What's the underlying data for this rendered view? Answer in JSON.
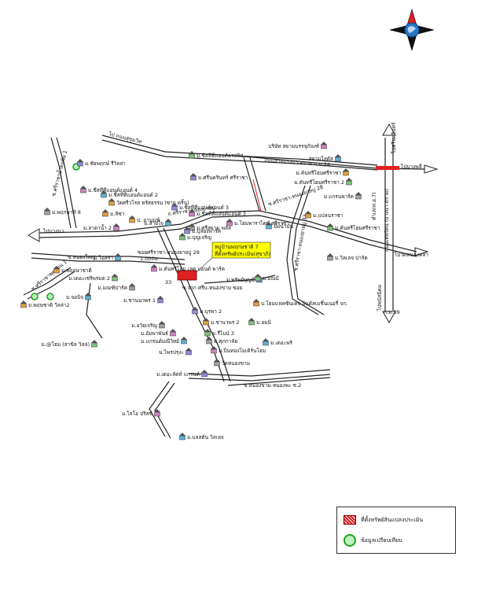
{
  "map": {
    "roads": [
      {
        "id": "r1",
        "label": "ไป ถนนสุขุมวิท"
      },
      {
        "id": "r2",
        "label": "ถนนสายบางนา-ตราด ก.ม.24"
      },
      {
        "id": "r3",
        "label": "ไปบางพลี"
      },
      {
        "id": "r4",
        "label": "ไปบางนา"
      },
      {
        "id": "r5",
        "label": "ไปศรีนครินทร์"
      },
      {
        "id": "r6",
        "label": "ไปวัดหนองคล้า"
      },
      {
        "id": "r7",
        "label": "ไปพนัสนิคม"
      },
      {
        "id": "r8",
        "label": "ถนนเทพรัตน (บางนา-ตราด)"
      },
      {
        "id": "r9",
        "label": "ก.ม.39"
      },
      {
        "id": "r10",
        "label": "ซ.ศรีราชา-หนองยายบู่ 28"
      },
      {
        "id": "r11",
        "label": "ซ.ศรีราชา-หนองยายบู่ 33"
      },
      {
        "id": "r12",
        "label": "ซ.หนองใหญ่"
      },
      {
        "id": "r13",
        "label": "ซ.ศรีราชาน้ำตกพิษ 1"
      },
      {
        "id": "r14",
        "label": "ซ.ศรีราชาพุดซ้อน 1"
      },
      {
        "id": "r15",
        "label": "ซ.หนองขาม-หนองพะ ซ.2"
      },
      {
        "id": "r16",
        "label": "ซ.จาก ศรีบ-หนองขาม ซอย"
      },
      {
        "id": "r17",
        "label": "ซอยศรีราชา-หนองยายบู่ 28"
      },
      {
        "id": "r18",
        "label": "1.000ม."
      },
      {
        "id": "r19",
        "label": "ถ.ศรีราชาหนองยายบู่"
      },
      {
        "id": "r20",
        "label": "ทำเล(ท.อ.7)"
      }
    ],
    "places": [
      {
        "id": "p1",
        "label": "ม.ชัยพฤกษ์ รีวิลล่า"
      },
      {
        "id": "p2",
        "label": "ม.ชีสทีทีแอนด์แอนด์ 4"
      },
      {
        "id": "p3",
        "label": "ม.ชีสทีทีแอนด์แอนด์ 2"
      },
      {
        "id": "p4",
        "label": "วัดศรีวโรส ทรัสธรรม (ซาก คริ้น)"
      },
      {
        "id": "p5",
        "label": "ม.ชีสทีทีแอนด์อรสลิส"
      },
      {
        "id": "p6",
        "label": "ม.พฤกษาทิ 8"
      },
      {
        "id": "p7",
        "label": "ม.ศรีนครินทร์ ศรีราชา"
      },
      {
        "id": "p8",
        "label": "บริษัท สยามบรรจุภัณฑ์"
      },
      {
        "id": "p9",
        "label": "สยามโลตัส"
      },
      {
        "id": "p10",
        "label": "ม.คันทรีโฮมศรีราชา"
      },
      {
        "id": "p11",
        "label": "ม.คันทรีโฮมศรีราชา 2"
      },
      {
        "id": "p12",
        "label": "ม.แกรนพาร์ค"
      },
      {
        "id": "p13",
        "label": "ม.ชีสทีทีแอนด์แอนด์ 3"
      },
      {
        "id": "p14",
        "label": "ม.ชีสทีทีแอนด์แอนด์ 3"
      },
      {
        "id": "p15",
        "label": "ม.สายใจ"
      },
      {
        "id": "p16",
        "label": "ม.ลิซ่า"
      },
      {
        "id": "p17",
        "label": "ม.บุญเจริญ"
      },
      {
        "id": "p18",
        "label": "ม.ศรีสยาม พลัส"
      },
      {
        "id": "p19",
        "label": "ม.บุลยงพาร์ค"
      },
      {
        "id": "p20",
        "label": "ม.โฮมพาราไดซ์ ศรีราชา"
      },
      {
        "id": "p21",
        "label": "ปั๊มน้ำมัน"
      },
      {
        "id": "p22",
        "label": "ม.แปลนราชา"
      },
      {
        "id": "p23",
        "label": "ม.คันทรีโฮมศรีราชา"
      },
      {
        "id": "p24",
        "label": "ม.วิลเลจ ปาร์ค"
      },
      {
        "id": "p25",
        "label": "ม.ทรัพย์บุญมี"
      },
      {
        "id": "p26",
        "label": "ม.ลาดาน้ำ 2"
      },
      {
        "id": "p27",
        "label": "ม.ไอสรา"
      },
      {
        "id": "p28",
        "label": "ม.พฤกษาชาติ"
      },
      {
        "id": "p29",
        "label": "ม.เดอะเชริพรมด 2"
      },
      {
        "id": "p30",
        "label": "ม.มณฑิปาร์ค"
      },
      {
        "id": "p31",
        "label": "ม.ชานนวพร 1"
      },
      {
        "id": "p32",
        "label": "ม.คันทรีโฮม เลค แอนด์ พาร์ค"
      },
      {
        "id": "p33",
        "label": "ม.จอบิจ"
      },
      {
        "id": "p34",
        "label": "ม.พฤษชาติ วิลล่า2"
      },
      {
        "id": "p35",
        "label": "ม.@โฮม (สาขิล วิลล่)"
      },
      {
        "id": "p36",
        "label": "ม.อวัยเจริญ"
      },
      {
        "id": "p37",
        "label": "ม.บุรพา 2"
      },
      {
        "id": "p38",
        "label": "ม.อัมพาพันธ์"
      },
      {
        "id": "p39",
        "label": "ม.แกรนด์มณีวิทย์"
      },
      {
        "id": "p40",
        "label": "ม.ชานวพร 2"
      },
      {
        "id": "p41",
        "label": "ม.รีไบน์ 3"
      },
      {
        "id": "p42",
        "label": "ม.ศุภกาลัย"
      },
      {
        "id": "p43",
        "label": "ม.ไพรปรุงะ"
      },
      {
        "id": "p44",
        "label": "ม.ปิ่นทองโมเดิร์นโฮม"
      },
      {
        "id": "p45",
        "label": "ม.เดอะพริ"
      },
      {
        "id": "p46",
        "label": "บ.โฮมแฟคซินเคจ อินดัสเมชี่นเนอรี่ จก."
      },
      {
        "id": "p47",
        "label": "ม.อมมิ"
      },
      {
        "id": "p48",
        "label": "วัดหนองขาม"
      },
      {
        "id": "p49",
        "label": "ม.เดอะลัดท์ แกรนด์"
      },
      {
        "id": "p50",
        "label": "ม.ไลโอ ปริสซ์"
      },
      {
        "id": "p51",
        "label": "ม.บลสตัน วิลเลจ"
      },
      {
        "id": "p52",
        "label": "ป. อานนท์"
      },
      {
        "id": "p53",
        "label": "ม.มณมิ"
      }
    ],
    "subject_label_line1": "หมู่บ้านพฤกษชาติ 7",
    "subject_label_line2": "ที่ตั้งทรัพย์ประเมิน(สุขาภิ)",
    "subject_tag": "33"
  },
  "legend": {
    "items": [
      {
        "label": "ที่ตั้งทรัพย์สินแปลงประเมิน",
        "swatch": "hatch"
      },
      {
        "label": "ข้อมูลเปรียบเทียบ",
        "swatch": "circle"
      }
    ]
  },
  "colors": {
    "subject_fill": "#e02020",
    "comparable_ring": "#1aa31a",
    "callout_fill": "#ffff00",
    "compass_accent": "#e02020",
    "compass_globe": "#2a78c8",
    "road_stroke": "#222222"
  },
  "icons": {
    "compass": "compass-rose-icon",
    "house": "house-icon",
    "temple": "temple-icon",
    "gas": "gas-station-icon"
  }
}
